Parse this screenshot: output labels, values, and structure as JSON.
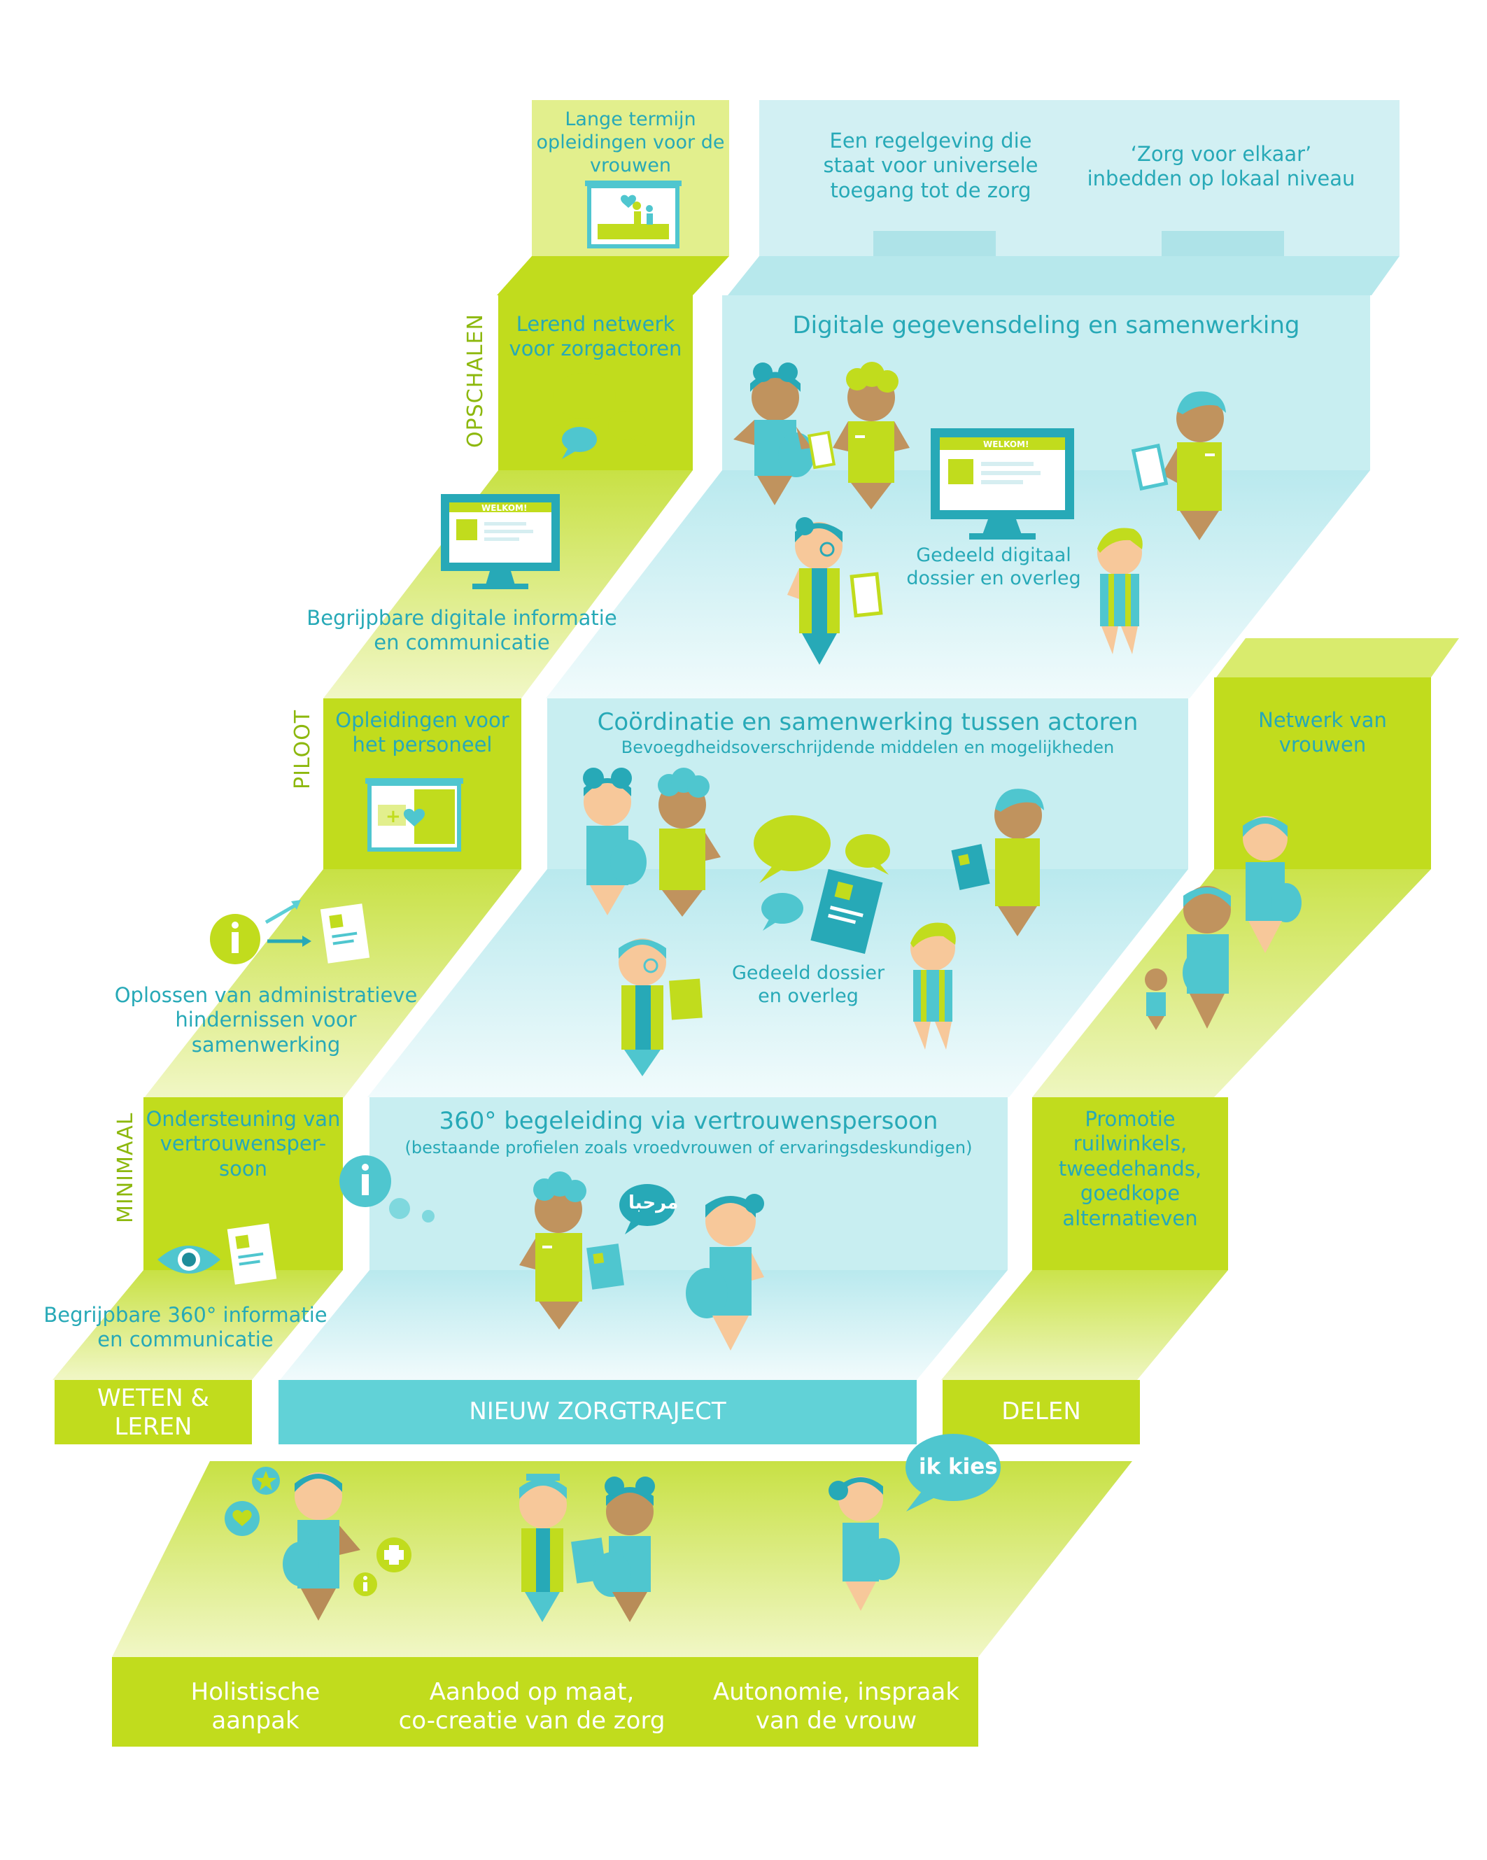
{
  "colors": {
    "lime": "#c1dc1d",
    "lime_light": "#e2ef8d",
    "teal": "#4fc6cf",
    "teal_dark": "#27a9b7",
    "aqua_light": "#d2f0f3",
    "skin": "#f7c89a",
    "skin_dark": "#c0935e",
    "brown": "#b88c58"
  },
  "levels": {
    "opschalen": "OPSCHALEN",
    "piloot": "PILOOT",
    "minimaal": "MINIMAAL"
  },
  "top": {
    "lange_termijn": [
      "Lange termijn",
      "opleidingen voor de",
      "vrouwen"
    ],
    "regelgeving": [
      "Een regelgeving die",
      "staat voor universele",
      "toegang tot de zorg"
    ],
    "zorg_voor_elkaar": [
      "‘Zorg voor elkaar’",
      "inbedden op lokaal niveau"
    ]
  },
  "opschalen": {
    "lerend_netwerk": [
      "Lerend netwerk",
      "voor zorgactoren"
    ],
    "digitale_title": "Digitale gegevensdeling en samenwerking",
    "gedeeld_digitaal": [
      "Gedeeld digitaal",
      "dossier en overleg"
    ],
    "begrijpbare_digitale": [
      "Begrijpbare digitale informatie",
      "en communicatie"
    ],
    "welkom": "WELKOM!"
  },
  "piloot": {
    "opleidingen_personeel": [
      "Opleidingen voor",
      "het personeel"
    ],
    "coordinatie_title": "Coördinatie en samenwerking tussen actoren",
    "coordinatie_sub": "Bevoegdheidsoverschrijdende middelen en mogelijkheden",
    "gedeeld_dossier": [
      "Gedeeld dossier",
      "en overleg"
    ],
    "netwerk_vrouwen": [
      "Netwerk van",
      "vrouwen"
    ],
    "oplossen": [
      "Oplossen van  administratieve",
      "hindernissen voor",
      "samenwerking"
    ]
  },
  "minimaal": {
    "ondersteuning": [
      "Ondersteuning van",
      "vertrouwensper-",
      "soon"
    ],
    "begeleiding_title": "360° begeleiding via vertrouwenspersoon",
    "begeleiding_sub": "(bestaande profielen zoals vroedvrouwen of ervaringsdeskundigen)",
    "promotie": [
      "Promotie",
      "ruilwinkels,",
      "tweedehands,",
      "goedkope",
      "alternatieven"
    ],
    "begrijpbare_360": [
      "Begrijpbare 360° informatie",
      "en communicatie"
    ],
    "arabic_bubble": "مرحبا"
  },
  "bands": {
    "weten": [
      "WETEN &",
      "LEREN"
    ],
    "nieuw": "NIEUW ZORGTRAJECT",
    "delen": "DELEN"
  },
  "bottom": {
    "ik_kies": "ik kies",
    "holistische": [
      "Holistische",
      "aanpak"
    ],
    "aanbod": [
      "Aanbod op maat,",
      "co-creatie van de zorg"
    ],
    "autonomie": [
      "Autonomie, inspraak",
      "van de vrouw"
    ]
  }
}
